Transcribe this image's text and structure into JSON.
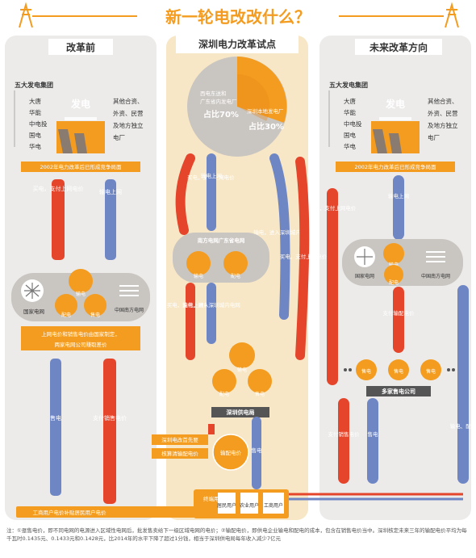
{
  "title": "新一轮电改改什么？",
  "columns": {
    "left": "改革前",
    "center": "深圳电力改革试点",
    "right": "未来改革方向"
  },
  "gen_group": {
    "label": "五大发电集团",
    "members": [
      "大唐",
      "华能",
      "中电投",
      "国电",
      "华电"
    ],
    "badge": "发电",
    "others": [
      "其他合资、",
      "外资、民营",
      "及地方独立",
      "电厂"
    ]
  },
  "competition_note": "2002年电力改革后已形成竞争局面",
  "pie": {
    "outer_label": [
      "西电东送和",
      "广东省内发电厂"
    ],
    "outer_value": "占比70%",
    "inner_label": "深圳本地发电厂",
    "inner_value": "占比30%",
    "outer_pct": 70,
    "inner_pct": 30
  },
  "flows": {
    "buy_pay_gen": "买电，支付上网电价",
    "transmit": "输电上网",
    "sell": "售电",
    "pay_sale": "支付销售电价",
    "transmit_sz": "输电，进入深圳城内电网",
    "pay_dist": "支付输配电价",
    "transmit_dist": "输电、配电"
  },
  "grid_nodes": {
    "state_grid": "国家电网",
    "south_grid": "中国南方电网",
    "south_guangdong": "南方电网广东省电网",
    "shenzhen": "深圳供电局",
    "multi_sellers": "多家售电公司",
    "dist": "输配电价",
    "icon_transmit": "输电",
    "icon_distribute": "配电",
    "icon_sell": "售电"
  },
  "notes": {
    "regulated": "上网电价和销售电价由国家制定，",
    "margin": "两家电网公司赚取差价",
    "sz_first": "深圳电改首先要",
    "verify": "核算清输配电价"
  },
  "end_users": {
    "terminal": "终端用户",
    "resident": "居民用户",
    "agri": "农业用户",
    "industry": "工商用户"
  },
  "subsidy": "工商用户电价补贴居民用户电价",
  "footnote": "注：①趸售电价，即不同电网的电源进入区域性电网后，批发售卖给下一级区域电网的电价；②输配电价，即供电企业输电和配电的成本，包含在销售电价当中。深圳核定未来三年的输配电价平均为每千瓦时0.1435元、0.1433元和0.1428元，比2014年的水平下降了超过1分钱，相当于深圳供电局每年收入减少7亿元",
  "colors": {
    "orange": "#f39c1f",
    "red": "#e5452b",
    "blue": "#6f86c4",
    "grey": "#c9c5c1",
    "beige": "#f7e7c6"
  }
}
